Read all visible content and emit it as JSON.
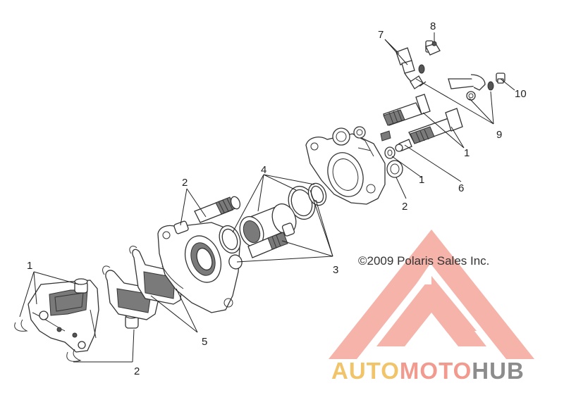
{
  "callouts": [
    {
      "id": "1a",
      "label": "1"
    },
    {
      "id": "2a",
      "label": "2"
    },
    {
      "id": "2b",
      "label": "2"
    },
    {
      "id": "4",
      "label": "4"
    },
    {
      "id": "3",
      "label": "3"
    },
    {
      "id": "5",
      "label": "5"
    },
    {
      "id": "7",
      "label": "7"
    },
    {
      "id": "8",
      "label": "8"
    },
    {
      "id": "10",
      "label": "10"
    },
    {
      "id": "9",
      "label": "9"
    },
    {
      "id": "1b",
      "label": "1"
    },
    {
      "id": "1c",
      "label": "1"
    },
    {
      "id": "6",
      "label": "6"
    },
    {
      "id": "2c",
      "label": "2"
    }
  ],
  "copyright": "©2009 Polaris Sales Inc.",
  "watermark": {
    "part1": "AUTO",
    "part2": "MOTO",
    "part3": "HUB",
    "colors": {
      "auto": "#f2c46a",
      "moto": "#f29a8e",
      "hub": "#8c8c8c",
      "triangle": "#f29a8e"
    }
  }
}
